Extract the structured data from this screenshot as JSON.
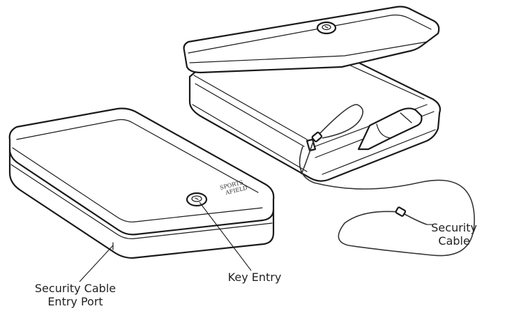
{
  "labels": {
    "cable_port_line1": "Security Cable",
    "cable_port_line2": "Entry Port",
    "key_entry": "Key Entry",
    "cable_line1": "Security",
    "cable_line2": "Cable"
  },
  "brand": {
    "line1": "SPORTS",
    "line2": "AFIELD"
  }
}
